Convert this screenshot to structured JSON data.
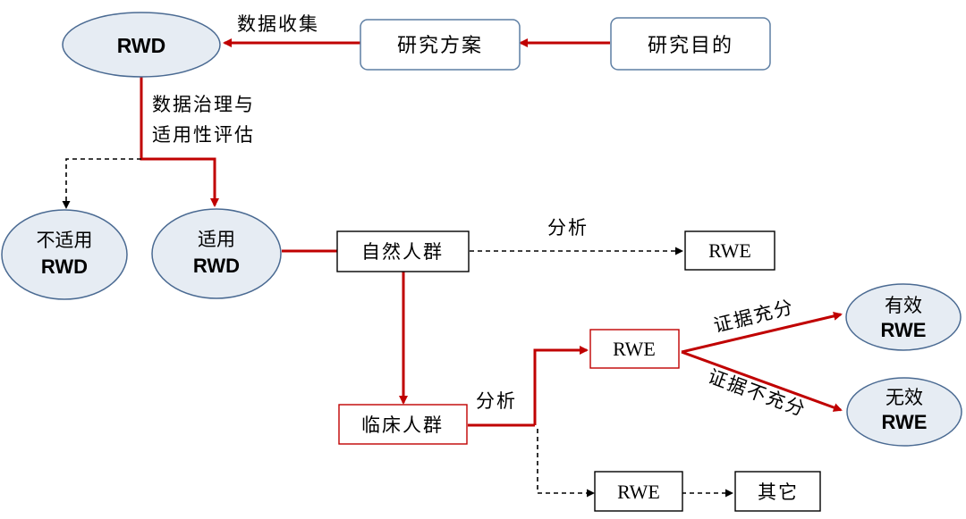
{
  "nodes": {
    "rwd_top": "RWD",
    "research_plan": "研究方案",
    "research_goal": "研究目的",
    "not_applicable_line1": "不适用",
    "not_applicable_line2": "RWD",
    "applicable_line1": "适用",
    "applicable_line2": "RWD",
    "natural_population": "自然人群",
    "rwe_natural": "RWE",
    "clinical_population": "临床人群",
    "rwe_clinical": "RWE",
    "effective_line1": "有效",
    "effective_line2": "RWE",
    "ineffective_line1": "无效",
    "ineffective_line2": "RWE",
    "rwe_other": "RWE",
    "other": "其它"
  },
  "edge_labels": {
    "data_collection": "数据收集",
    "governance_line1": "数据治理与",
    "governance_line2": "适用性评估",
    "analysis_natural": "分析",
    "analysis_clinical": "分析",
    "evidence_sufficient": "证据充分",
    "evidence_insufficient": "证据不充分"
  },
  "colors": {
    "ellipse_fill": "#e6ecf3",
    "ellipse_stroke": "#4a6a92",
    "box_stroke_blue": "#5d7ea3",
    "box_fill_blue": "#ffffff",
    "box_stroke_black": "#000000",
    "box_stroke_red": "#c00000",
    "arrow_red": "#c00000",
    "arrow_dashed": "#000000"
  }
}
